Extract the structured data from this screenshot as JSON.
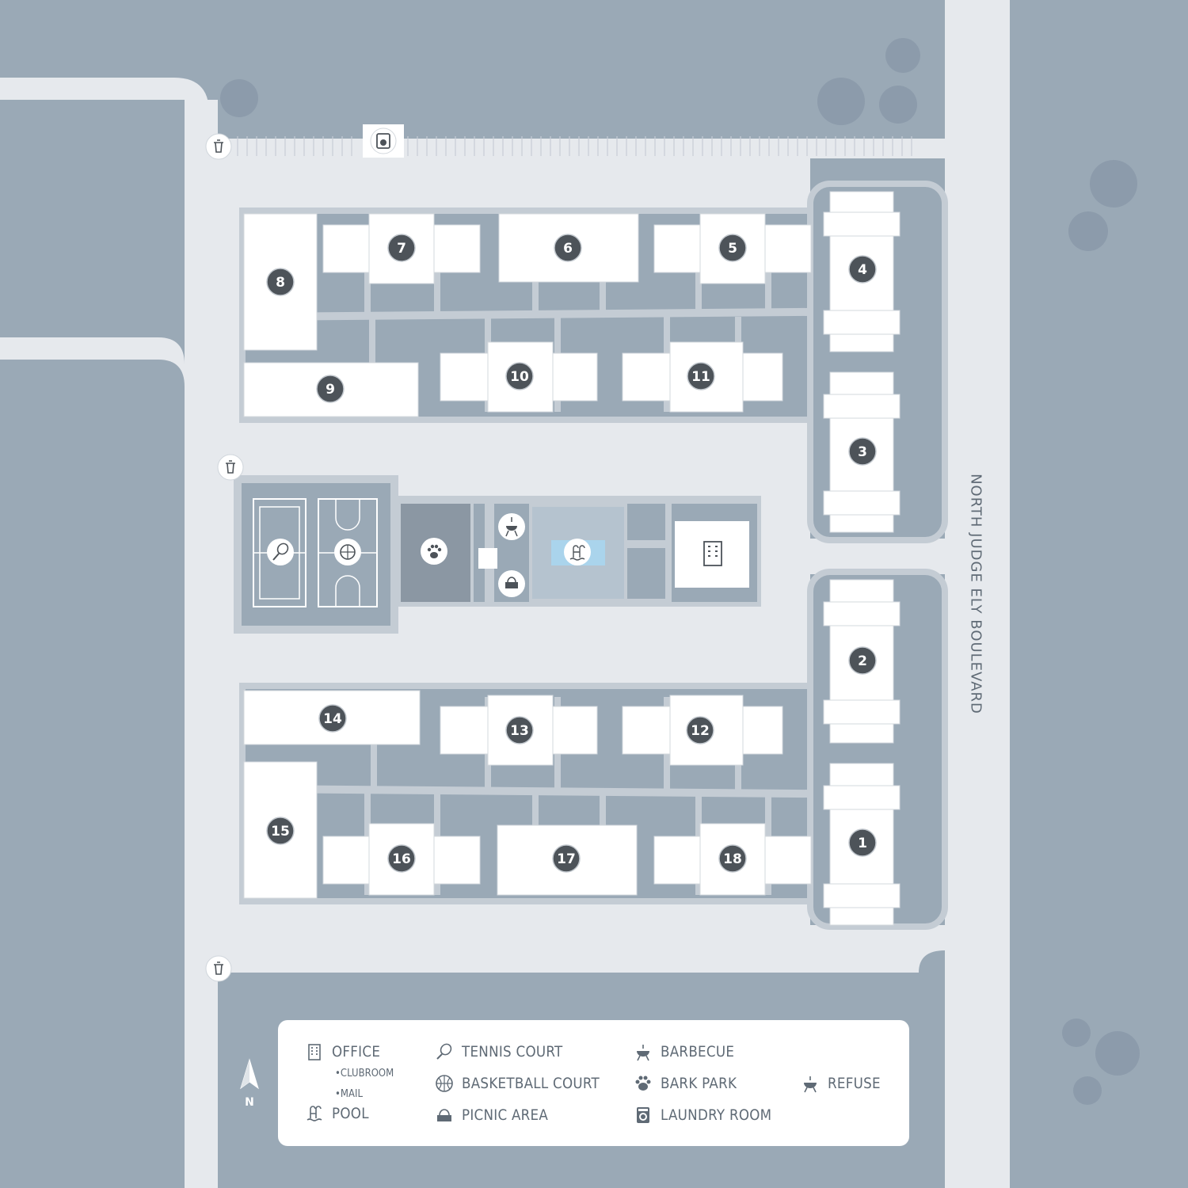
{
  "street_name": "NORTH JUDGE ELY BOULEVARD",
  "north_label": "N",
  "buildings": [
    {
      "id": "b1",
      "label": "1"
    },
    {
      "id": "b2",
      "label": "2"
    },
    {
      "id": "b3",
      "label": "3"
    },
    {
      "id": "b4",
      "label": "4"
    },
    {
      "id": "b5",
      "label": "5"
    },
    {
      "id": "b6",
      "label": "6"
    },
    {
      "id": "b7",
      "label": "7"
    },
    {
      "id": "b8",
      "label": "8"
    },
    {
      "id": "b9",
      "label": "9"
    },
    {
      "id": "b10",
      "label": "10"
    },
    {
      "id": "b11",
      "label": "11"
    },
    {
      "id": "b12",
      "label": "12"
    },
    {
      "id": "b13",
      "label": "13"
    },
    {
      "id": "b14",
      "label": "14"
    },
    {
      "id": "b15",
      "label": "15"
    },
    {
      "id": "b16",
      "label": "16"
    },
    {
      "id": "b17",
      "label": "17"
    },
    {
      "id": "b18",
      "label": "18"
    }
  ],
  "legend": {
    "office": "OFFICE",
    "clubroom": "•CLUBROOM",
    "mail": "•MAIL",
    "pool": "POOL",
    "tennis_court": "TENNIS COURT",
    "basketball_court": "BASKETBALL COURT",
    "picnic_area": "PICNIC AREA",
    "barbecue": "BARBECUE",
    "bark_park": "BARK PARK",
    "laundry_room": "LAUNDRY ROOM",
    "refuse": "REFUSE"
  },
  "colors": {
    "ground": "#9aa9b6",
    "road": "#e6e9ed",
    "lot": "#c4ccd4",
    "building": "#ffffff",
    "marker": "#4d5359",
    "pool_water": "#aad4ec",
    "text": "#5f6a75"
  },
  "icons": {
    "office": "office-building-icon",
    "pool": "pool-ladder-icon",
    "tennis": "tennis-racket-icon",
    "basketball": "basketball-icon",
    "picnic": "picnic-basket-icon",
    "barbecue": "grill-icon",
    "bark_park": "paw-icon",
    "laundry": "washing-machine-icon",
    "refuse": "trash-can-icon"
  }
}
